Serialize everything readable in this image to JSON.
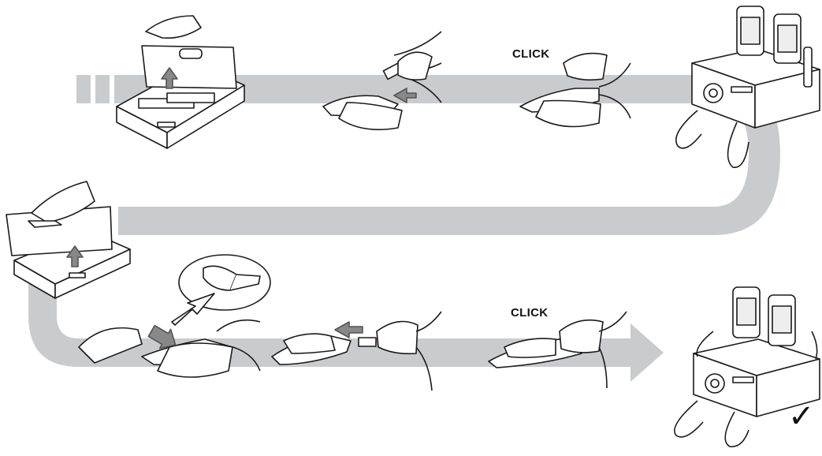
{
  "labels": {
    "click_1": "CLICK",
    "click_2": "CLICK"
  },
  "done_mark": "✓",
  "colors": {
    "flow_band": "#c9cccf",
    "line_art": "#1a1a1a",
    "background": "#ffffff"
  },
  "steps": [
    "open-case-remove-handpiece",
    "connect-cable-to-handpiece",
    "click-handpiece-secure",
    "attach-to-control-unit",
    "open-case-take-tip",
    "attach-tip-detail",
    "screw-on-tip-with-wrench",
    "connect-second-handpiece",
    "click-second-handpiece",
    "final-assembled-unit"
  ]
}
